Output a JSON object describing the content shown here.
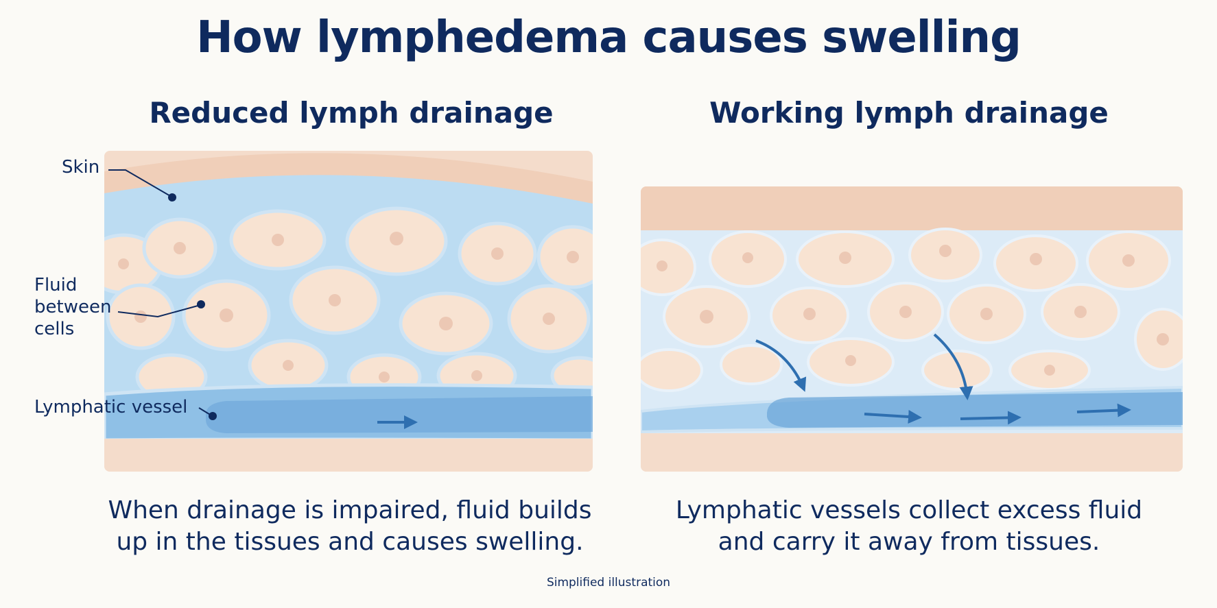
{
  "title": "How lymphedema causes swelling",
  "left_panel": {
    "title": "Reduced lymph drainage",
    "caption_line1": "When drainage is impaired, fluid builds",
    "caption_line2": "up in the tissues and causes swelling.",
    "labels": {
      "skin": "Skin",
      "fluid_line1": "Fluid",
      "fluid_line2": "between",
      "fluid_line3": "cells",
      "vessel": "Lymphatic vessel"
    }
  },
  "right_panel": {
    "title": "Working lymph drainage",
    "caption_line1": "Lymphatic vessels collect excess fluid",
    "caption_line2": "and carry it away from tissues."
  },
  "footnote": "Simplified illustration",
  "colors": {
    "navy": "#0f2a5e",
    "skin": "#f3d8c4",
    "cell": "#f8e3d2",
    "fluid": "#bcdcf2",
    "vessel": "#7fb5e0",
    "arrow": "#2e6fb0"
  }
}
